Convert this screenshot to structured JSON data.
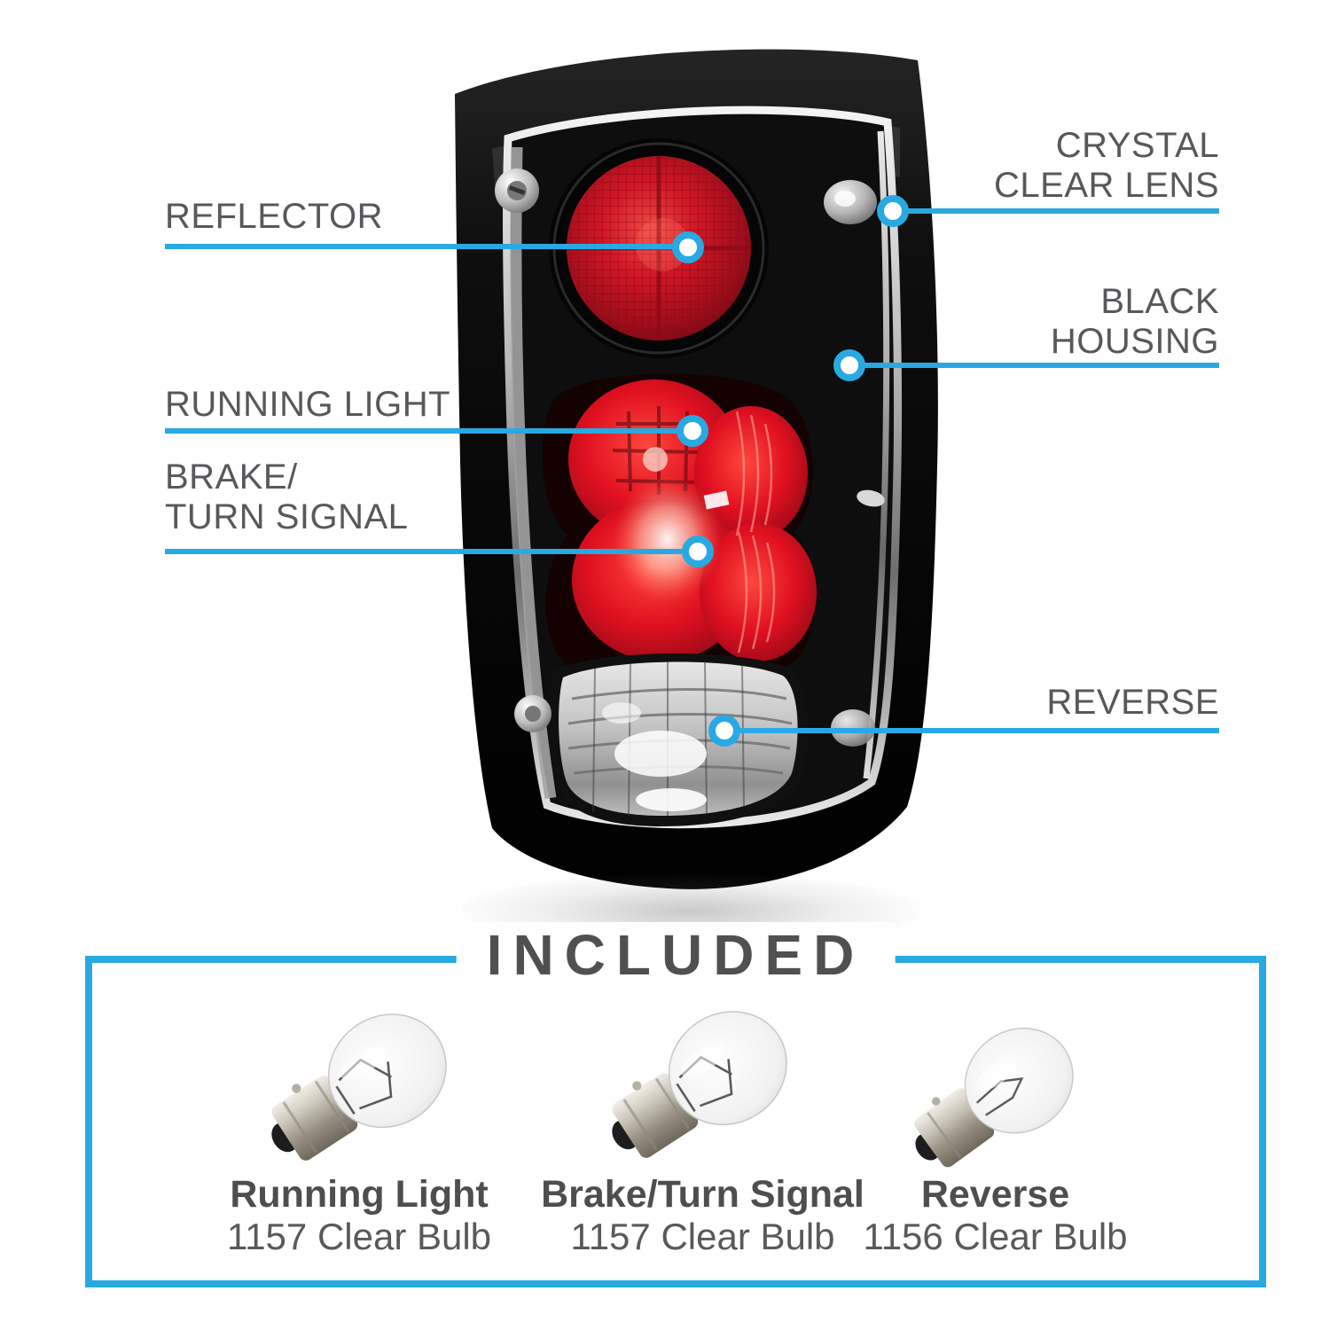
{
  "colors": {
    "accent_blue": "#29A9E2",
    "label_gray": "#58595B"
  },
  "callouts": {
    "reflector": {
      "label": "REFLECTOR"
    },
    "running_light": {
      "label": "RUNNING LIGHT"
    },
    "brake_turn_signal": {
      "line1": "BRAKE/",
      "line2": "TURN SIGNAL"
    },
    "crystal_clear_lens": {
      "line1": "CRYSTAL",
      "line2": "CLEAR LENS"
    },
    "black_housing": {
      "line1": "BLACK",
      "line2": "HOUSING"
    },
    "reverse": {
      "label": "REVERSE"
    }
  },
  "included": {
    "title": "INCLUDED",
    "items": [
      {
        "name": "Running Light",
        "bulb": "1157 Clear Bulb"
      },
      {
        "name": "Brake/Turn Signal",
        "bulb": "1157 Clear Bulb"
      },
      {
        "name": "Reverse",
        "bulb": "1156 Clear Bulb"
      }
    ]
  }
}
